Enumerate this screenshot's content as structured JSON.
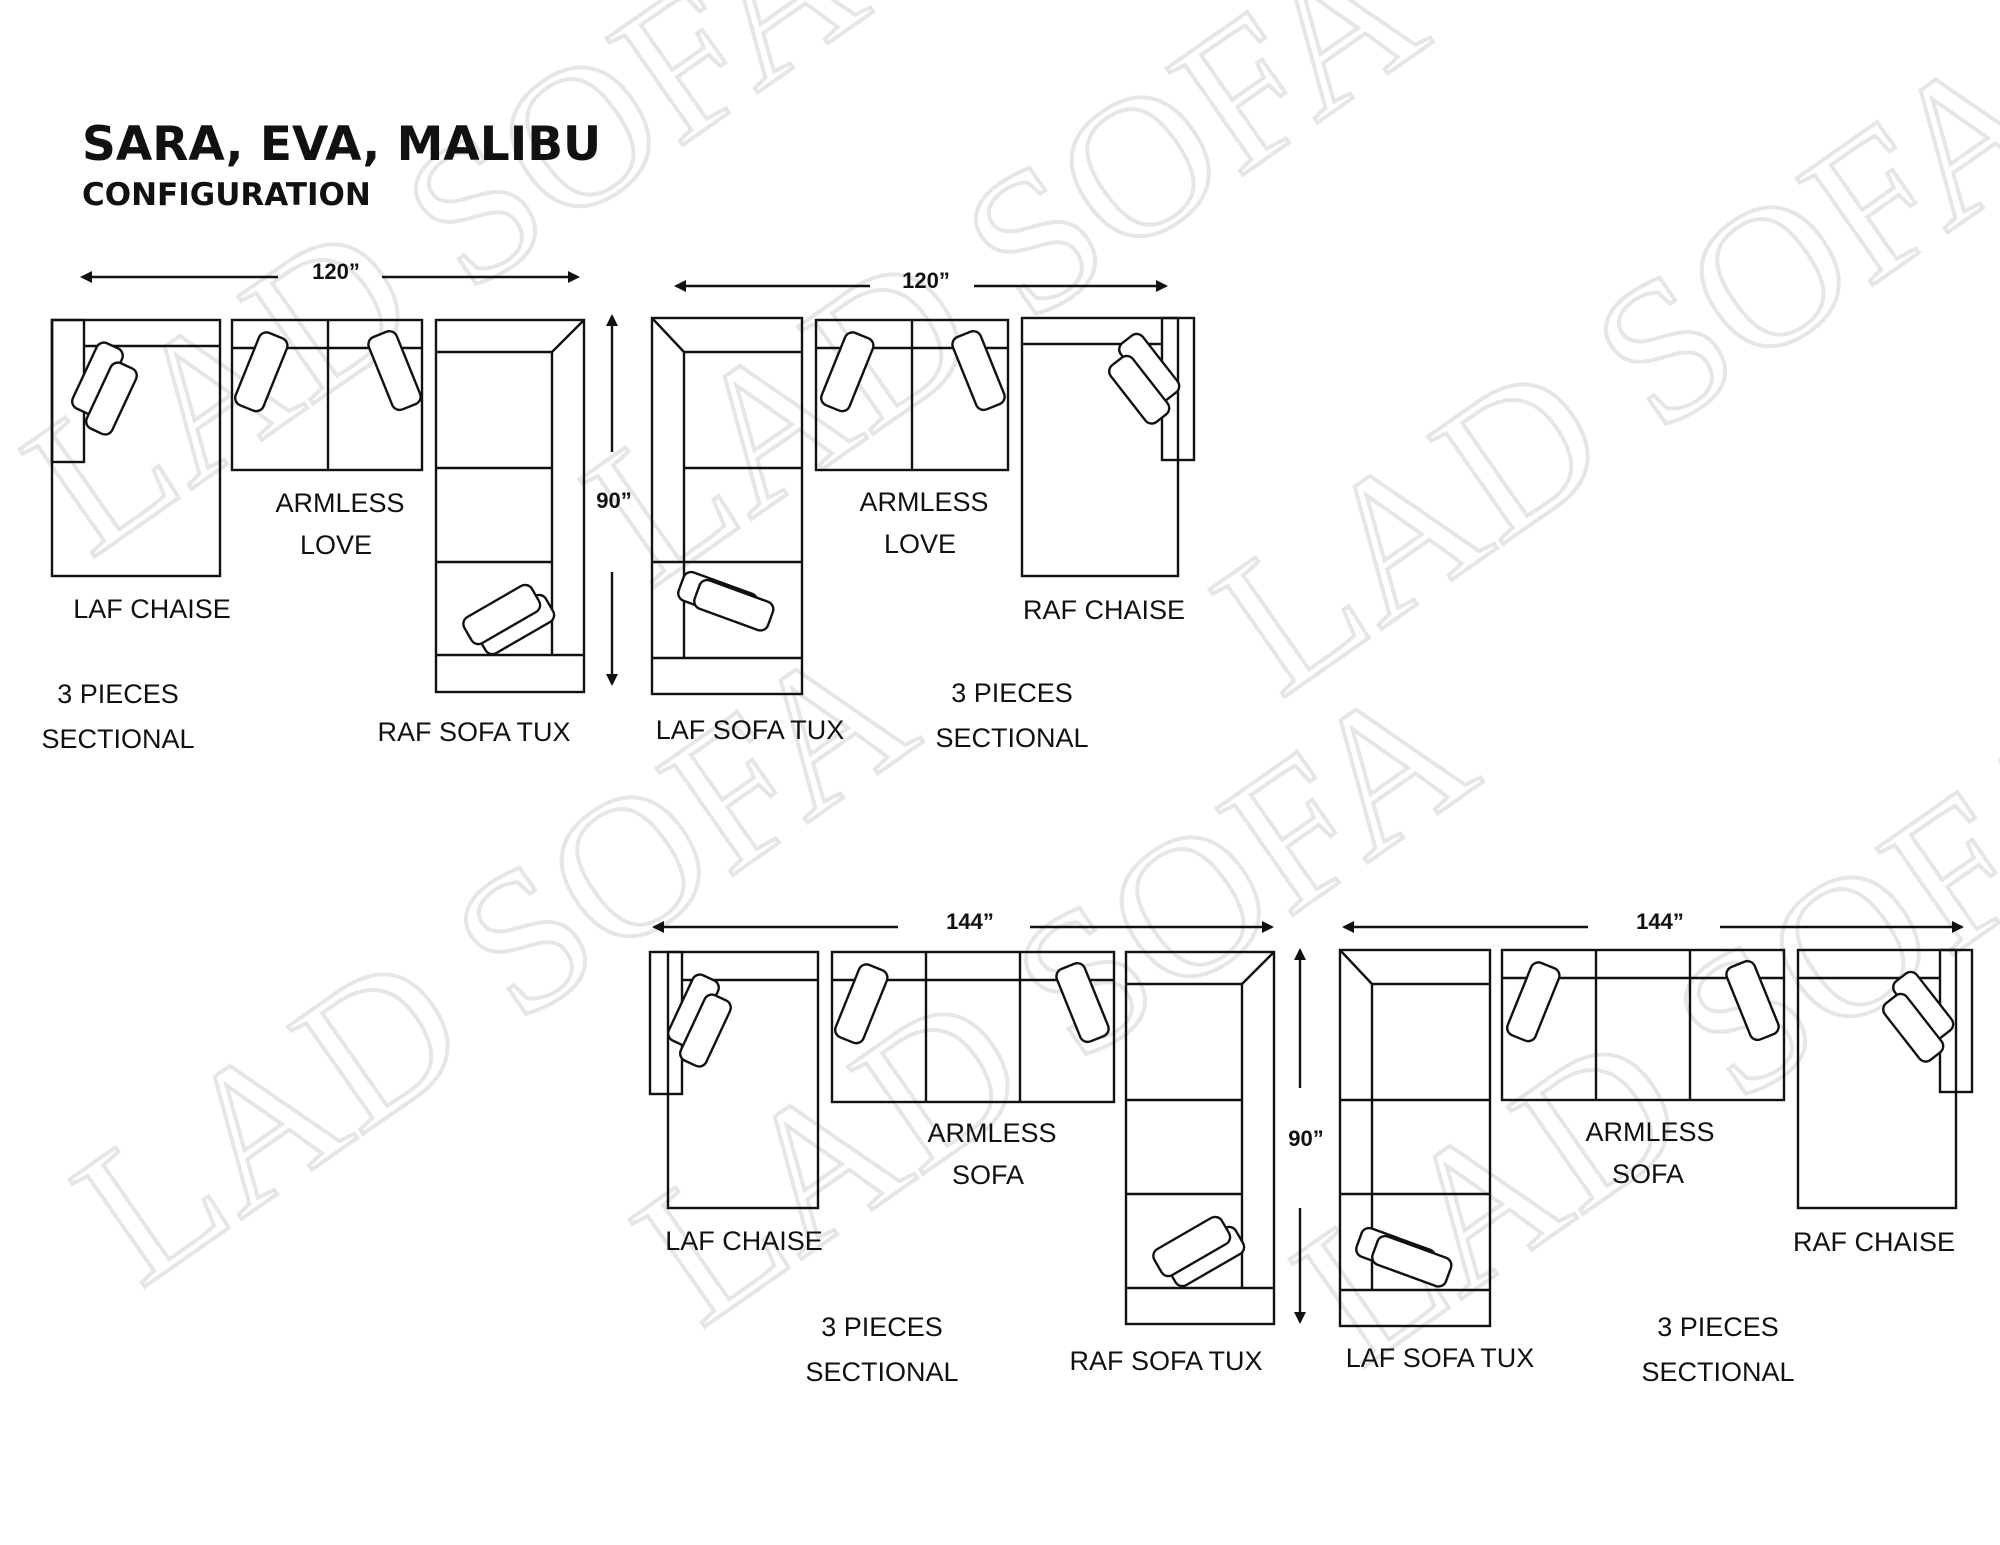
{
  "header": {
    "title": "SARA, EVA, MALIBU",
    "subtitle": "CONFIGURATION"
  },
  "watermark": "LAD SOFA",
  "dimensions": {
    "w120_a": "120”",
    "w120_b": "120”",
    "d90_top": "90”",
    "w144_a": "144”",
    "w144_b": "144”",
    "d90_bottom": "90”"
  },
  "labels": {
    "c1_laf_chaise": "LAF CHAISE",
    "c1_armless_1": "ARMLESS",
    "c1_armless_2": "LOVE",
    "c1_raf_tux": "RAF SOFA TUX",
    "c1_pieces": "3 PIECES",
    "c1_sectional": "SECTIONAL",
    "c2_laf_tux": "LAF SOFA TUX",
    "c2_armless_1": "ARMLESS",
    "c2_armless_2": "LOVE",
    "c2_raf_chaise": "RAF CHAISE",
    "c2_pieces": "3 PIECES",
    "c2_sectional": "SECTIONAL",
    "c3_laf_chaise": "LAF CHAISE",
    "c3_armless_1": "ARMLESS",
    "c3_armless_2": "SOFA",
    "c3_raf_tux": "RAF SOFA TUX",
    "c3_pieces": "3 PIECES",
    "c3_sectional": "SECTIONAL",
    "c4_laf_tux": "LAF SOFA TUX",
    "c4_armless_1": "ARMLESS",
    "c4_armless_2": "SOFA",
    "c4_raf_chaise": "RAF CHAISE",
    "c4_pieces": "3 PIECES",
    "c4_sectional": "SECTIONAL"
  }
}
